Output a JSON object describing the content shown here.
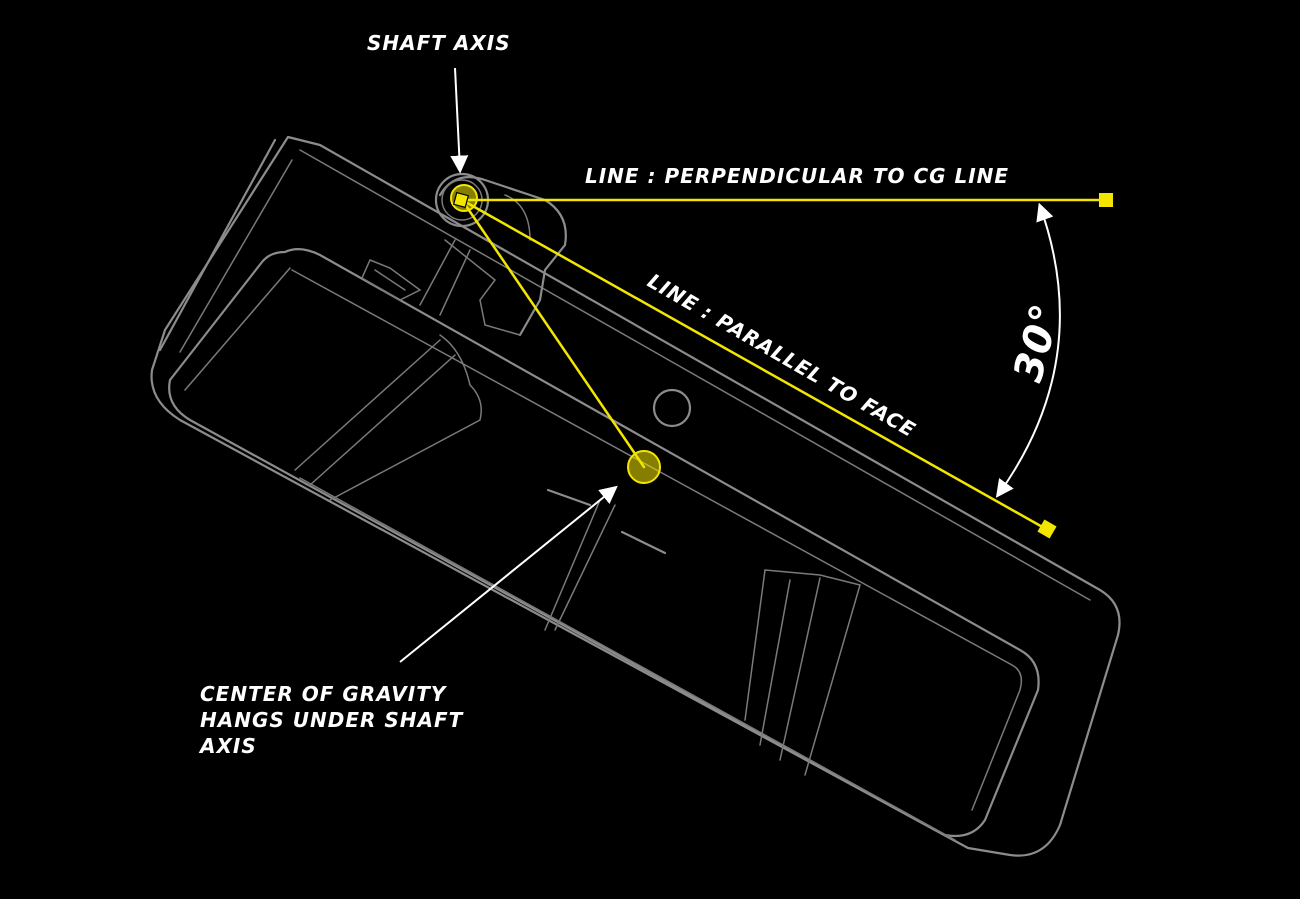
{
  "labels": {
    "shaft_axis": "SHAFT AXIS",
    "perpendicular": "LINE : PERPENDICULAR TO CG LINE",
    "parallel": "LINE : PARALLEL TO FACE",
    "angle": "30°",
    "cg_line1": "CENTER OF GRAVITY",
    "cg_line2": "HANGS UNDER SHAFT",
    "cg_line3": "AXIS"
  },
  "colors": {
    "background": "#000000",
    "guide_lines": "#f2e600",
    "wireframe": "#8c8c8c",
    "annotation": "#ffffff"
  },
  "diagram": {
    "angle_degrees": 30
  }
}
